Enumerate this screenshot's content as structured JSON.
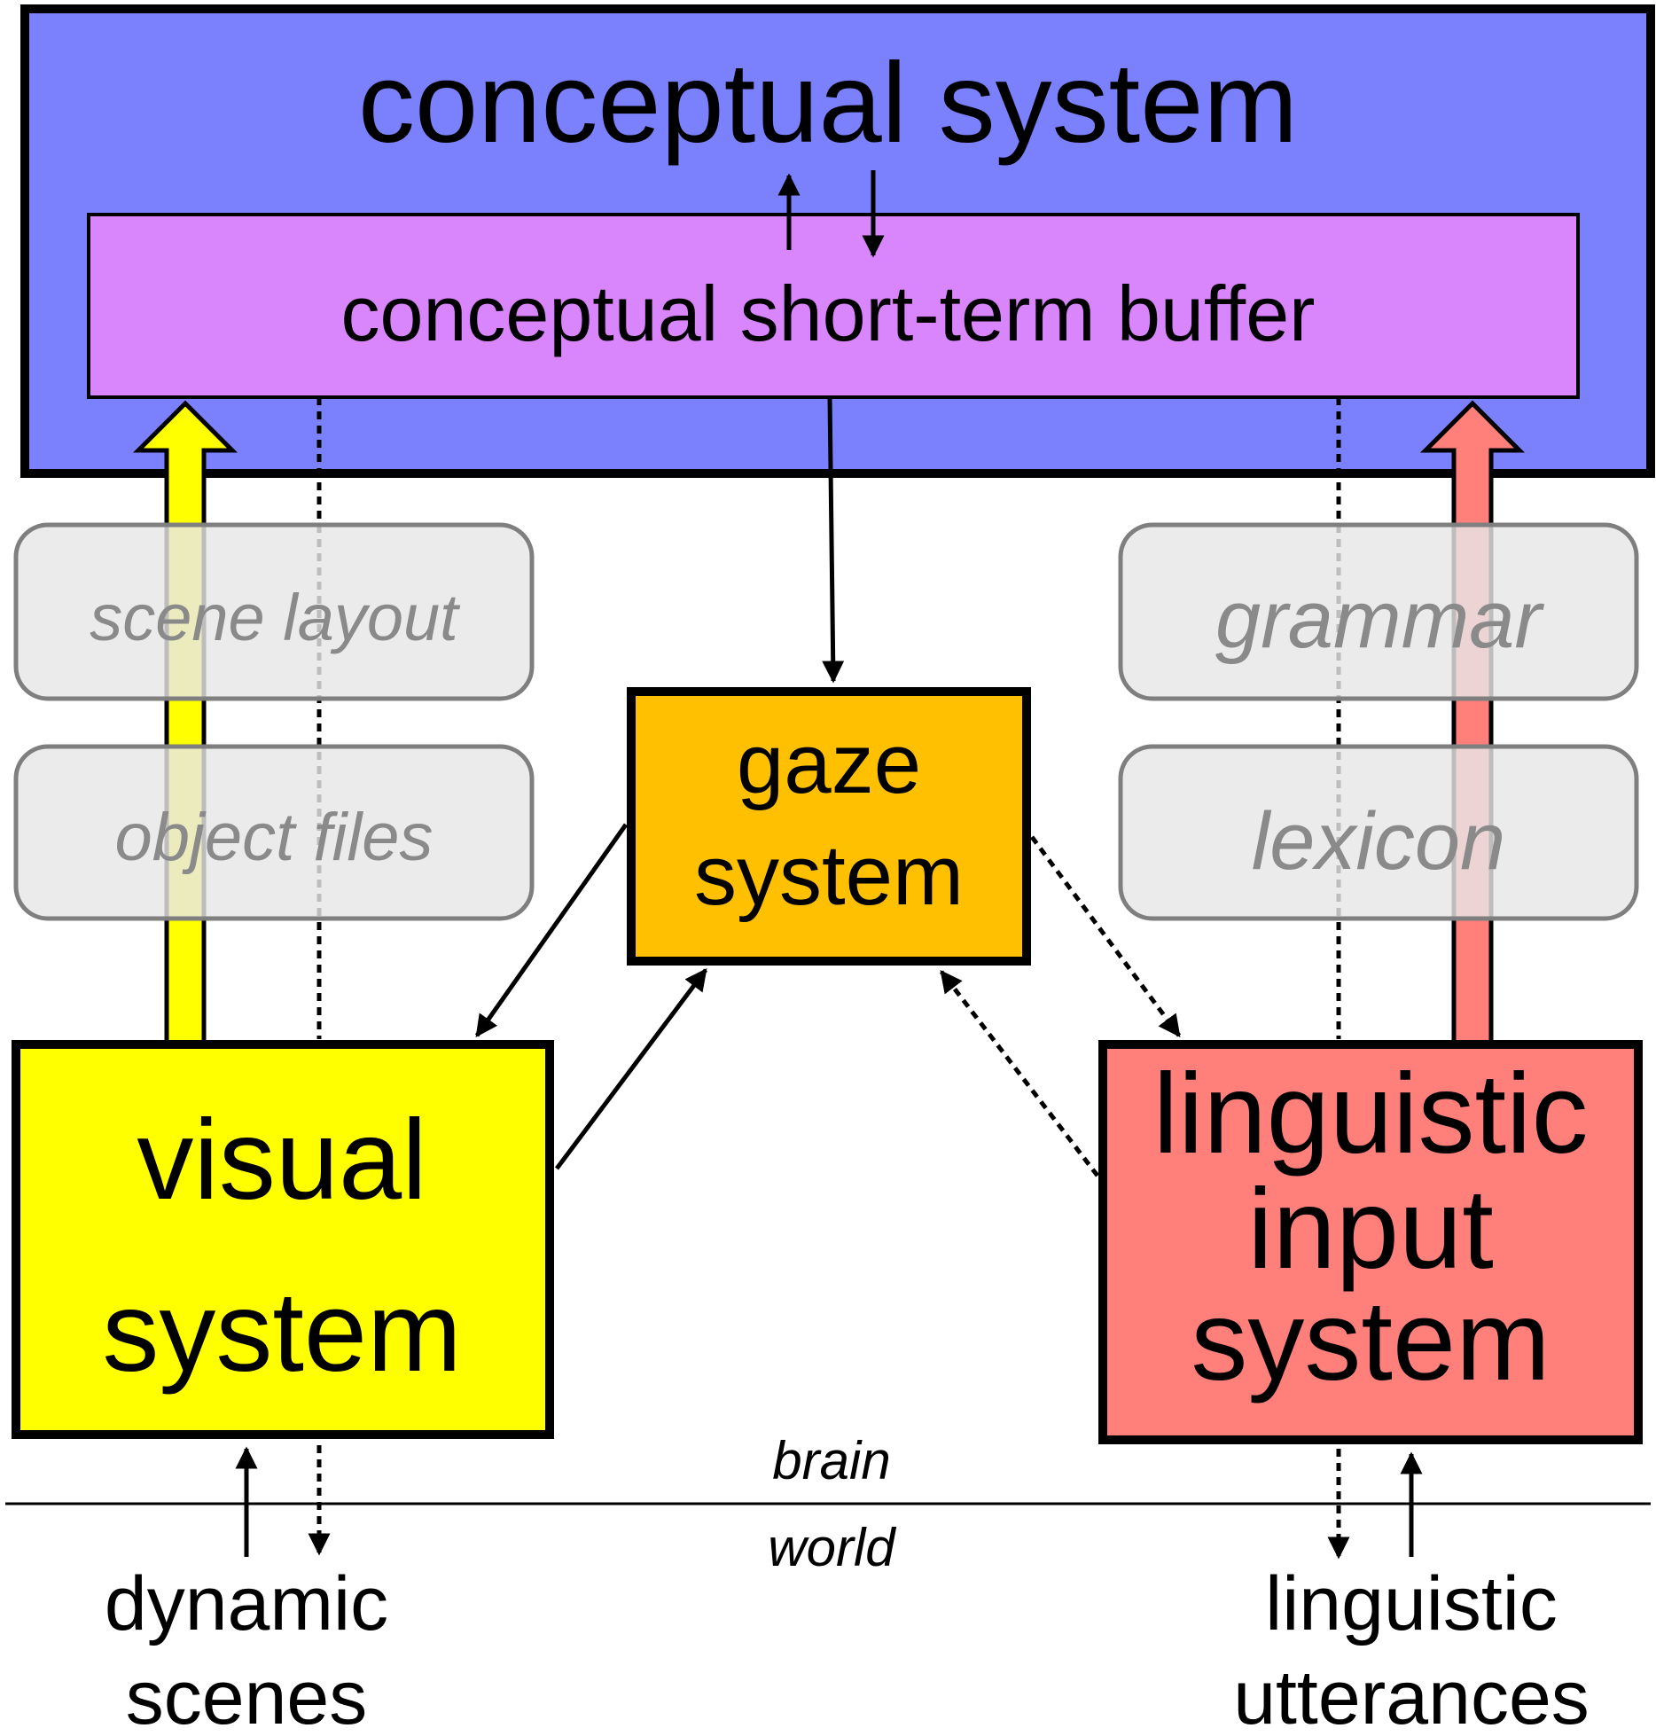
{
  "colors": {
    "conceptual_system": "#7b80fd",
    "buffer": "#d985fb",
    "gaze": "#fec000",
    "visual": "#ffff00",
    "linguistic": "#ff7f7a",
    "knowledge_box": "#e7e7e7",
    "knowledge_text": "#8a8a8a"
  },
  "conceptual_system": {
    "title": "conceptual system"
  },
  "buffer": {
    "title": "conceptual short-term buffer"
  },
  "knowledge": {
    "scene_layout": "scene layout",
    "object_files": "object files",
    "grammar": "grammar",
    "lexicon": "lexicon"
  },
  "gaze_system": {
    "line1": "gaze",
    "line2": "system"
  },
  "visual_system": {
    "line1": "visual",
    "line2": "system"
  },
  "linguistic_system": {
    "line1": "linguistic",
    "line2": "input",
    "line3": "system"
  },
  "boundary": {
    "above": "brain",
    "below": "world"
  },
  "inputs": {
    "scenes_line1": "dynamic",
    "scenes_line2": "scenes",
    "utterances_line1": "linguistic",
    "utterances_line2": "utterances"
  }
}
